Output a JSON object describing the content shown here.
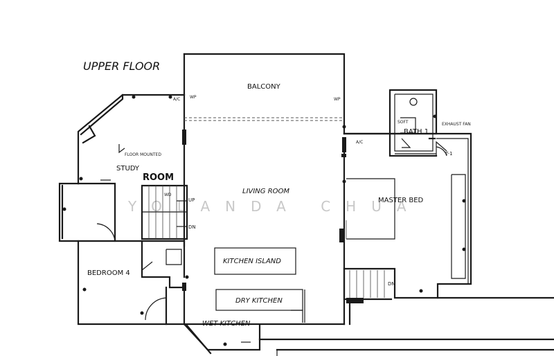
{
  "floor_title": "UPPER FLOOR",
  "watermark": "YOLANDA CHUA",
  "rooms": {
    "balcony": "BALCONY",
    "living_room": "LIVING ROOM",
    "study_line1": "STUDY",
    "study_line2": "ROOM",
    "master_bed": "MASTER BED",
    "bath": "BATH 1",
    "bedroom4": "BEDROOM 4",
    "kitchen_island": "KITCHEN ISLAND",
    "dry_kitchen": "DRY KITCHEN",
    "wet_kitchen": "WET KITCHEN"
  },
  "notes": {
    "floor_mounted": "FLOOR MOUNTED",
    "exhaust_fan": "EXHAUST FAN",
    "soft": "SOFT",
    "up": "UP",
    "dn": "DN",
    "dn2": "DN",
    "wp_study": "WP",
    "wp_balcony": "WP",
    "ac_study": "A/C",
    "ac_master": "A/C",
    "wd": "WD",
    "t": "T-1"
  }
}
